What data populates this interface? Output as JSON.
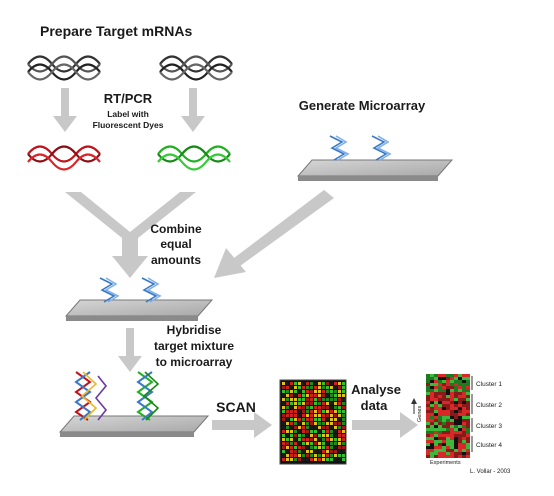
{
  "steps": {
    "prepare": "Prepare Target mRNAs",
    "rtpcr": "RT/PCR",
    "label_line1": "Label with",
    "label_line2": "Fluorescent Dyes",
    "generate": "Generate Microarray",
    "combine_line1": "Combine",
    "combine_line2": "equal",
    "combine_line3": "amounts",
    "hyb_line1": "Hybridise",
    "hyb_line2": "target mixture",
    "hyb_line3": "to microarray",
    "scan": "SCAN",
    "analyse_line1": "Analyse",
    "analyse_line2": "data"
  },
  "heatmap": {
    "clusters": [
      "Cluster 1",
      "Cluster 2",
      "Cluster 3",
      "Cluster 4"
    ],
    "axis_y": "Genes",
    "axis_x": "Experiments",
    "credit": "L. Vollar - 2003"
  },
  "colors": {
    "arrow": "#c8c8c8",
    "strand_dark": "#333333",
    "strand_red": "#c0141c",
    "strand_green": "#22b022",
    "strand_blue": "#3a78c8",
    "slide": "#b4b4b4"
  }
}
